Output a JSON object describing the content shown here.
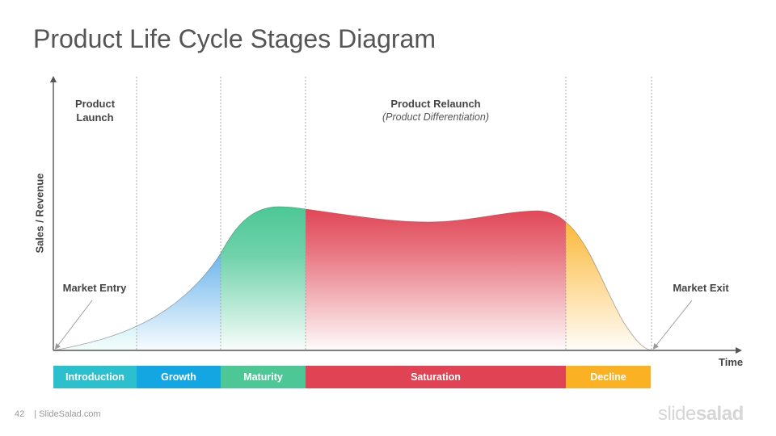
{
  "slide": {
    "title": "Product Life Cycle Stages Diagram",
    "page_number": "42",
    "source": "| SlideSalad.com",
    "brand_light": "slide",
    "brand_bold": "salad"
  },
  "axes": {
    "y_label": "Sales /  Revenue",
    "x_label": "Time"
  },
  "annotations": {
    "product_launch": "Product\nLaunch",
    "product_relaunch": "Product Relaunch",
    "product_relaunch_sub": "(Product Differentiation)",
    "market_entry": "Market Entry",
    "market_exit": "Market Exit"
  },
  "stages": [
    {
      "label": "Introduction",
      "color": "#2cc0cf"
    },
    {
      "label": "Growth",
      "color": "#14a6e3"
    },
    {
      "label": "Maturity",
      "color": "#4dc796"
    },
    {
      "label": "Saturation",
      "color": "#e04454"
    },
    {
      "label": "Decline",
      "color": "#fbb124"
    }
  ]
}
